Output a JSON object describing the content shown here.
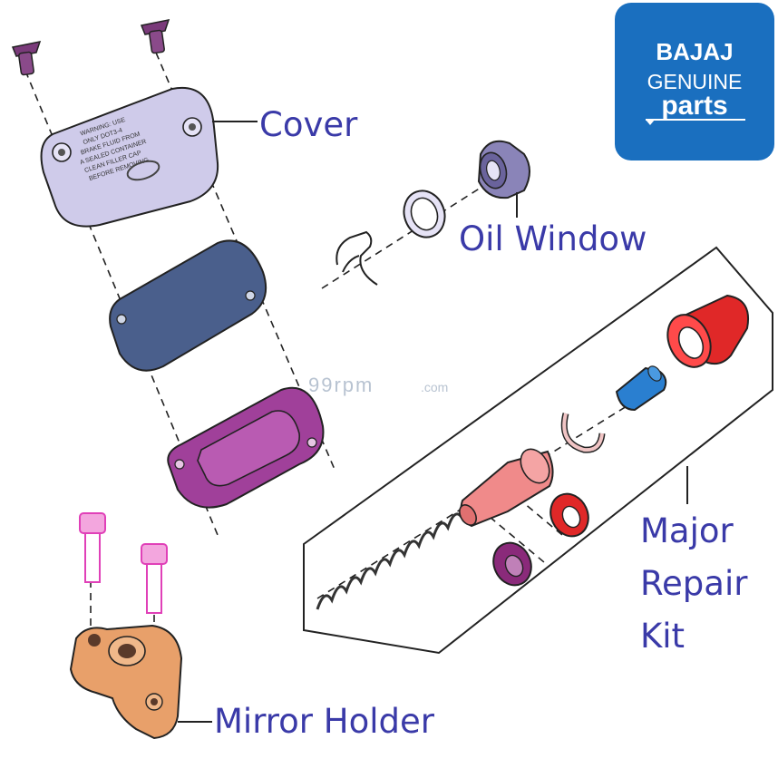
{
  "labels": {
    "cover": "Cover",
    "oil_window": "Oil Window",
    "major_repair_kit": [
      "Major",
      "Repair",
      "Kit"
    ],
    "mirror_holder": "Mirror Holder"
  },
  "logo": {
    "brand": "BAJAJ",
    "line1": "GENUINE",
    "line2": "parts",
    "bg_color": "#1a6fbf"
  },
  "watermark": {
    "main": "99rpm",
    "suffix": ".com"
  },
  "cover_warning": [
    "WARNING: USE",
    "ONLY DOT3-4",
    "BRAKE FLUID FROM",
    "A SEALED CONTAINER",
    "CLEAN FILLER CAP",
    "BEFORE REMOVING"
  ],
  "colors": {
    "label": "#3a3aa8",
    "cover": "#cfcbea",
    "diaphragm": "#4a5f8c",
    "gasket": "#a0409a",
    "mirror_holder": "#e8a06a",
    "cup": "#e02828",
    "piston": "#f08a8a",
    "pin": "#2a7fd0",
    "bolt": "#e85fc0"
  }
}
